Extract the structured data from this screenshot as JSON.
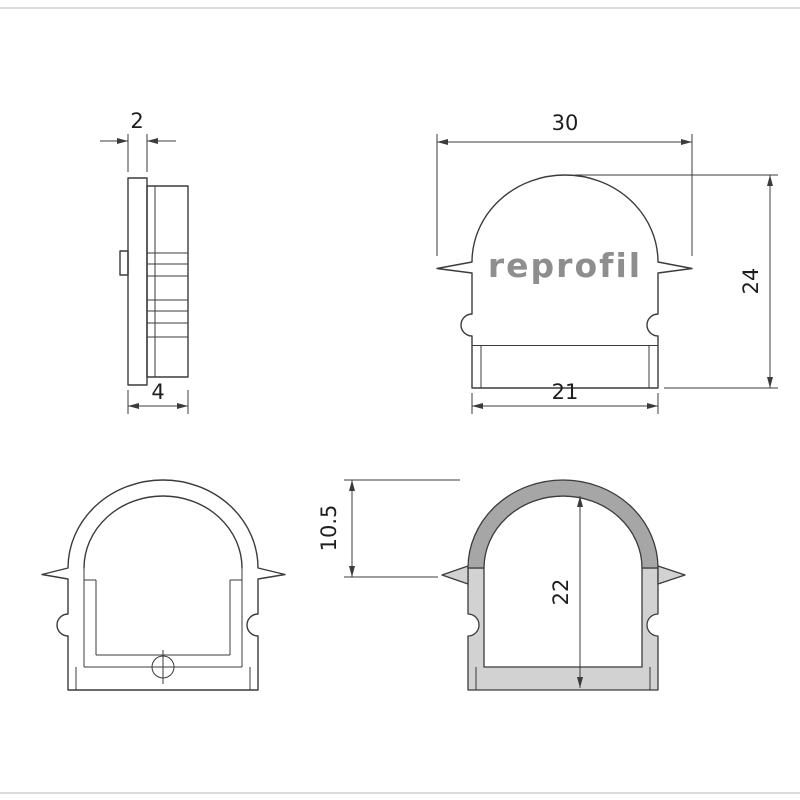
{
  "document": {
    "type": "technical-drawing",
    "brand_logo": "reprofil"
  },
  "dimensions": {
    "side_view": {
      "thickness": "2",
      "depth": "4"
    },
    "front_view": {
      "width": "30",
      "height": "24",
      "inner_width": "21"
    },
    "section_view": {
      "dome_height": "10.5",
      "inner_height": "22"
    }
  }
}
